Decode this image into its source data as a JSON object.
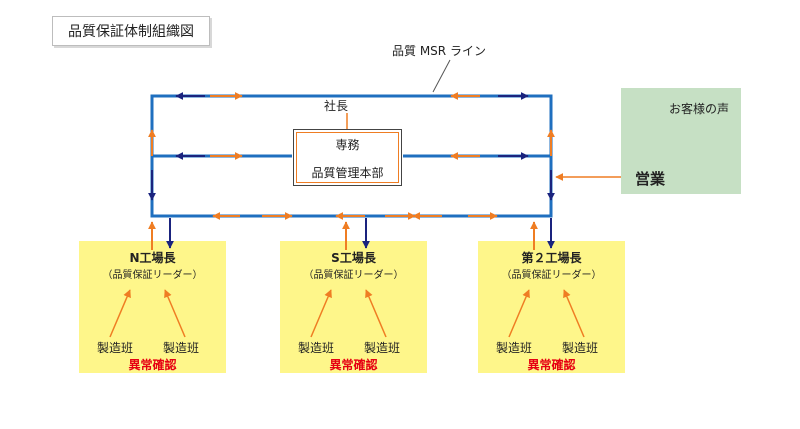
{
  "title": "品質保証体制組織図",
  "msr_line": "品質 MSR ライン",
  "president": "社長",
  "executive": "専務",
  "qa_hq": "品質管理本部",
  "customer_voice": "お客様の声",
  "sales": "営業",
  "factories": [
    {
      "name": "N工場長",
      "sub": "（品質保証リーダー）",
      "team1": "製造班",
      "team2": "製造班",
      "check": "異常確認"
    },
    {
      "name": "S工場長",
      "sub": "（品質保証リーダー）",
      "team1": "製造班",
      "team2": "製造班",
      "check": "異常確認"
    },
    {
      "name": "第２工場長",
      "sub": "（品質保証リーダー）",
      "team1": "製造班",
      "team2": "製造班",
      "check": "異常確認"
    }
  ],
  "colors": {
    "line_blue": "#1f6fbf",
    "arrow_navy": "#1a237e",
    "arrow_orange": "#ef7d23",
    "factory_fill": "#fef68a",
    "customer_fill": "#c6e0c4",
    "alert_red": "#e60012"
  }
}
